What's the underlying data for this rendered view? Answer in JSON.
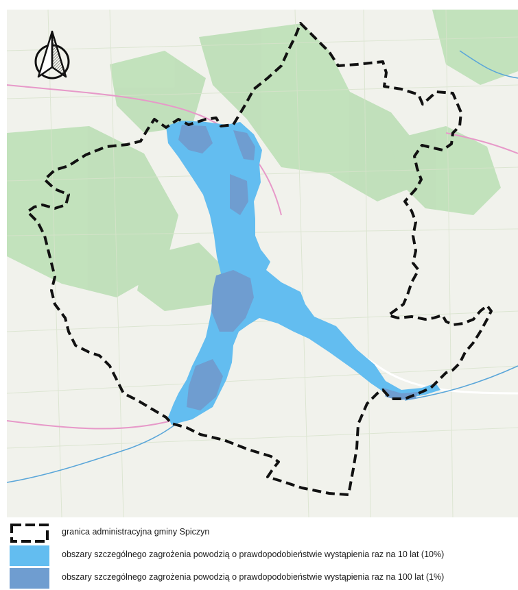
{
  "map": {
    "colors": {
      "background": "#f1f2ec",
      "forest": "#bfe0b9",
      "fields": "#e7eedf",
      "road_main": "#ffffff",
      "road_regional": "#e799c9",
      "water_line": "#5aa6d9",
      "flood_10": "#63bdf0",
      "flood_100": "#6f9dd0",
      "boundary": "#111111"
    }
  },
  "legend": {
    "items": [
      {
        "id": "boundary",
        "label": "granica administracyjna gminy Spiczyn",
        "color": "#111111"
      },
      {
        "id": "flood-10",
        "label": "obszary szczególnego zagrożenia powodzią o prawdopodobieństwie wystąpienia raz na 10 lat (10%)",
        "color": "#63bdf0"
      },
      {
        "id": "flood-100",
        "label": "obszary szczególnego zagrożenia powodzią o prawdopodobieństwie wystąpienia raz na 100 lat (1%)",
        "color": "#6f9dd0"
      }
    ]
  },
  "north_arrow": {
    "icon": "north-arrow-icon"
  }
}
